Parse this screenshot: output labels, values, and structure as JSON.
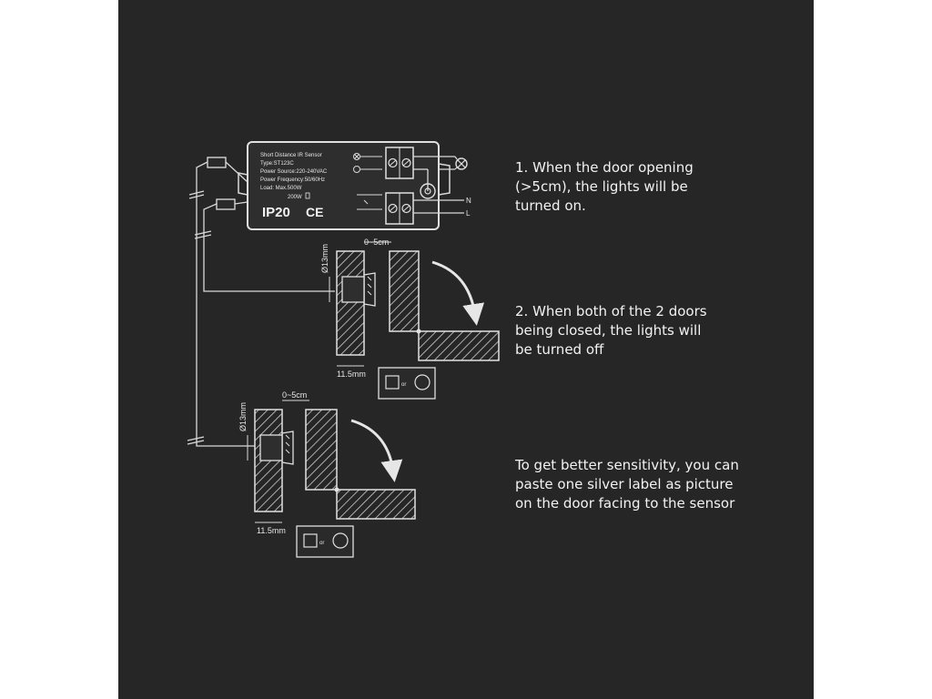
{
  "colors": {
    "background": "#262626",
    "page": "#ffffff",
    "line": "#d9d9d9",
    "text": "#f2f2f2"
  },
  "device": {
    "spec_lines": [
      "Short Distance IR Sensor",
      "Type:ST123C",
      "Power Source:220-240VAC",
      "Power Frequency:50/60Hz",
      "Load: Max.500W"
    ],
    "rating": "200W",
    "ip_rating": "IP20",
    "ce_mark": "CE",
    "terminal_n": "N",
    "terminal_l": "L"
  },
  "top_setup": {
    "gap_label": "0~5cm",
    "diameter_label": "Ø13mm",
    "depth_label": "11.5mm",
    "or_label": "or"
  },
  "bottom_setup": {
    "gap_label": "0~5cm",
    "diameter_label": "Ø13mm",
    "depth_label": "11.5mm",
    "or_label": "or"
  },
  "instructions": {
    "step1": [
      "1. When the door opening",
      "(>5cm), the lights will be",
      "turned on."
    ],
    "step2": [
      "2. When both of the 2 doors",
      "being closed, the lights will",
      "be turned off"
    ],
    "tip": [
      "To get better sensitivity, you can",
      "paste one silver label as picture",
      "on the door facing to the sensor"
    ]
  }
}
